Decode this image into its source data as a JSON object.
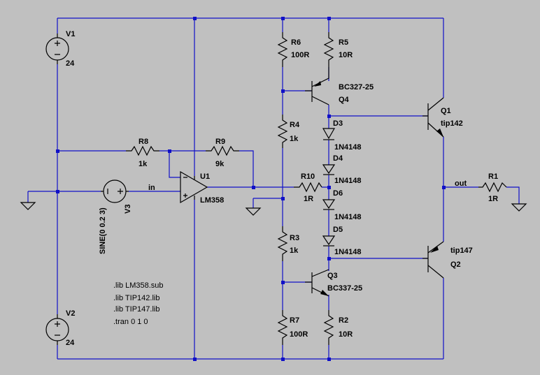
{
  "colors": {
    "background": "#c0c0c0",
    "wire": "#1010c8",
    "component": "#000000"
  },
  "components": {
    "v1": {
      "name": "V1",
      "value": "24"
    },
    "v2": {
      "name": "V2",
      "value": "24"
    },
    "v3": {
      "name": "V3",
      "value": "SINE(0 0.2 3)"
    },
    "r1": {
      "name": "R1",
      "value": "1R"
    },
    "r2": {
      "name": "R2",
      "value": "10R"
    },
    "r3": {
      "name": "R3",
      "value": "1k"
    },
    "r4": {
      "name": "R4",
      "value": "1k"
    },
    "r5": {
      "name": "R5",
      "value": "10R"
    },
    "r6": {
      "name": "R6",
      "value": "100R"
    },
    "r7": {
      "name": "R7",
      "value": "100R"
    },
    "r8": {
      "name": "R8",
      "value": "1k"
    },
    "r9": {
      "name": "R9",
      "value": "9k"
    },
    "r10": {
      "name": "R10",
      "value": "1R"
    },
    "u1": {
      "name": "U1",
      "value": "LM358"
    },
    "q1": {
      "name": "Q1",
      "value": "tip142"
    },
    "q2": {
      "name": "Q2",
      "value": "tip147"
    },
    "q3": {
      "name": "Q3",
      "value": "BC337-25"
    },
    "q4": {
      "name": "Q4",
      "value": "BC327-25"
    },
    "d3": {
      "name": "D3",
      "value": "1N4148"
    },
    "d4": {
      "name": "D4",
      "value": "1N4148"
    },
    "d5": {
      "name": "D5",
      "value": "1N4148"
    },
    "d6": {
      "name": "D6",
      "value": "1N4148"
    }
  },
  "nets": {
    "in": "in",
    "out": "out"
  },
  "directives": [
    ".lib LM358.sub",
    ".lib TIP142.lib",
    ".lib TIP147.lib",
    ".tran 0 1 0"
  ]
}
